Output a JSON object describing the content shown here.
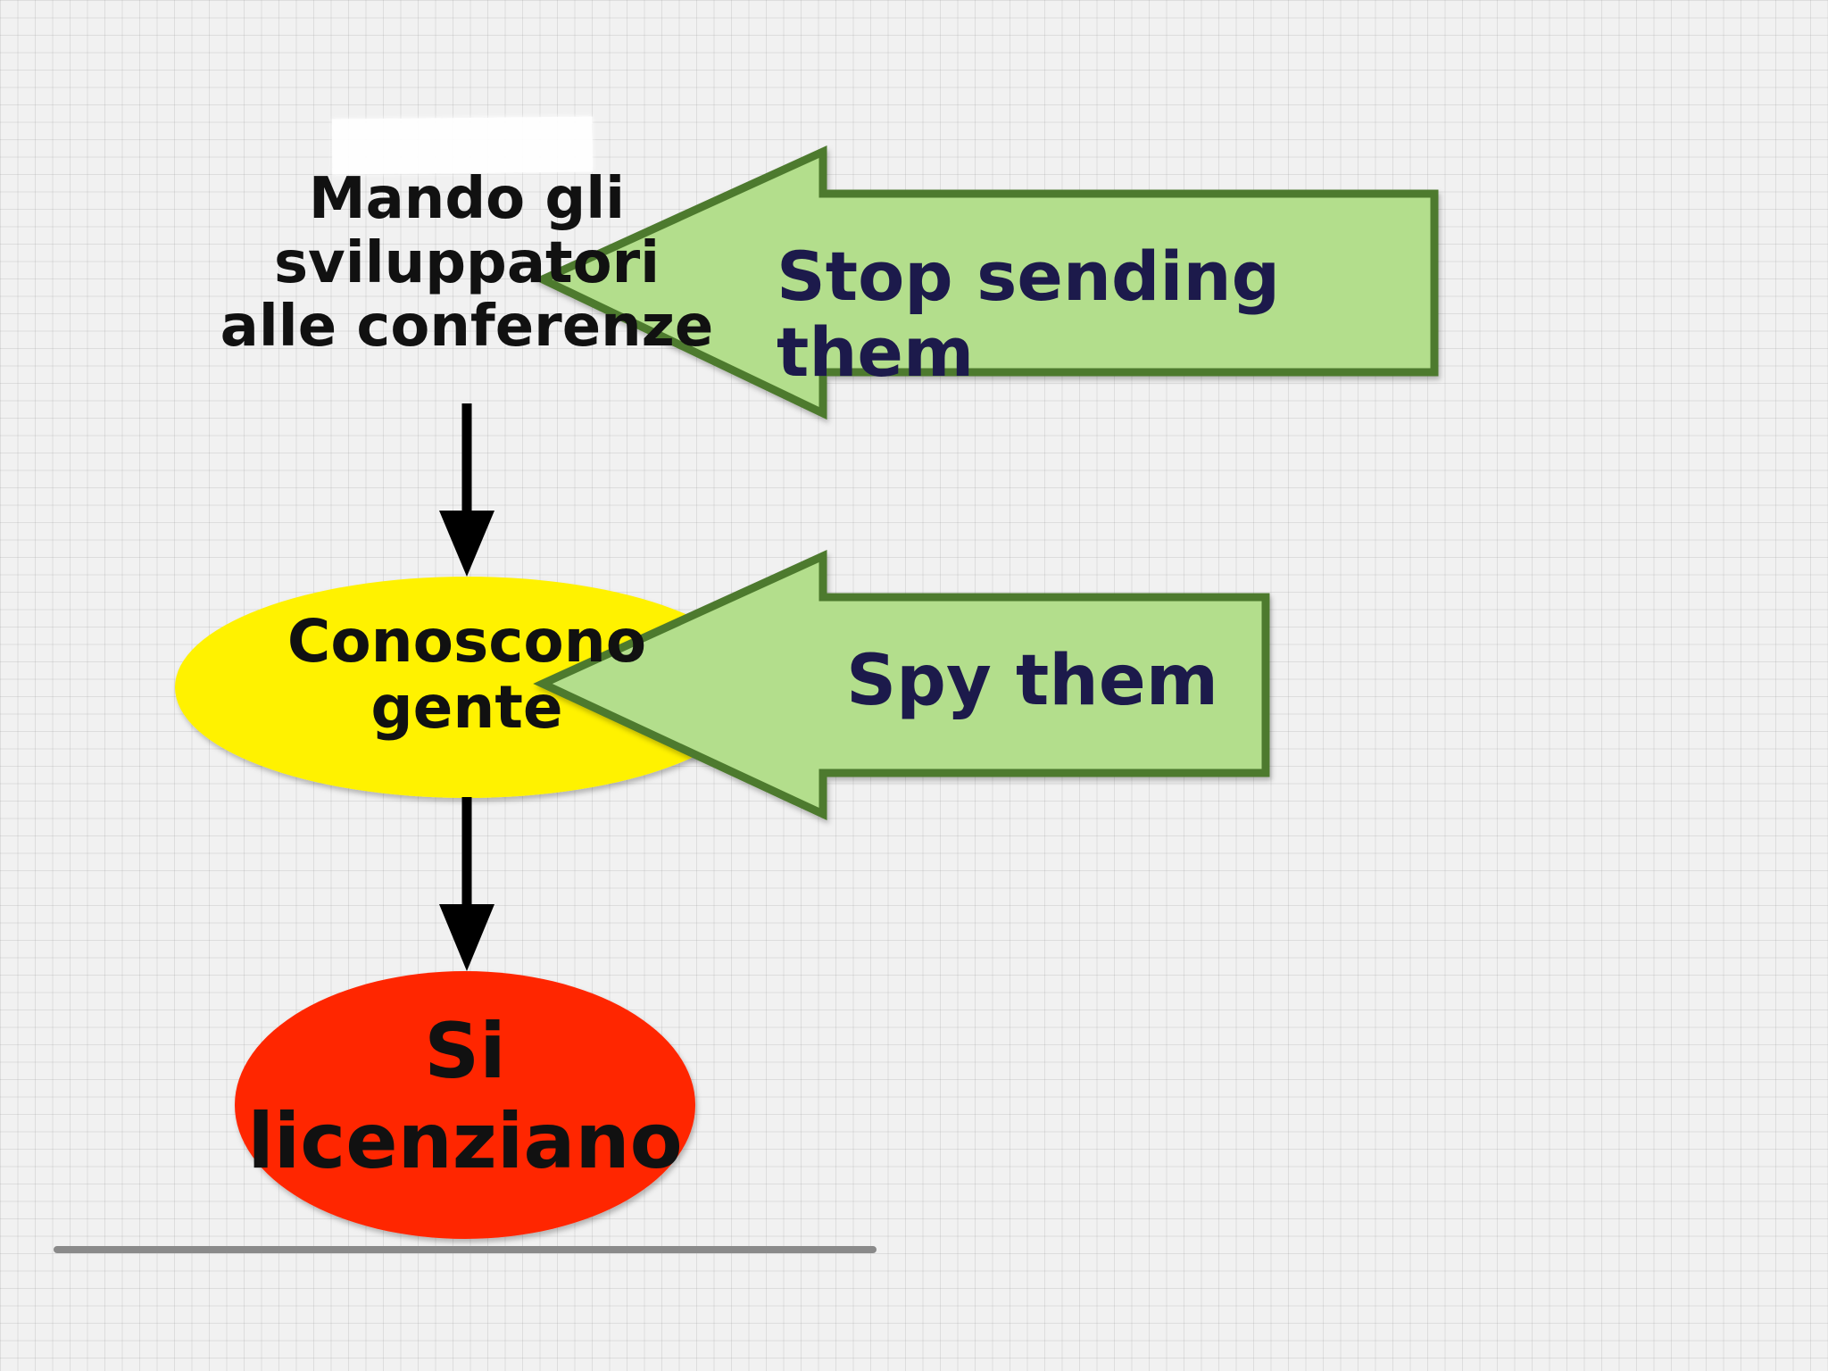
{
  "nodes": {
    "start": {
      "text": "Mando gli\nsviluppatori\nalle conferenze"
    },
    "middle": {
      "text": "Conoscono\ngente",
      "color": "#fff200"
    },
    "end": {
      "text": "Si\nlicenziano",
      "color": "#ff2600"
    }
  },
  "callouts": {
    "top": {
      "text": "Stop sending them",
      "fill": "#b3de8c",
      "stroke": "#4e7a2e",
      "text_color": "#1c1a4b"
    },
    "middle": {
      "text": "Spy them",
      "fill": "#b3de8c",
      "stroke": "#4e7a2e",
      "text_color": "#1c1a4b"
    }
  },
  "connectors": {
    "color": "#000000"
  }
}
